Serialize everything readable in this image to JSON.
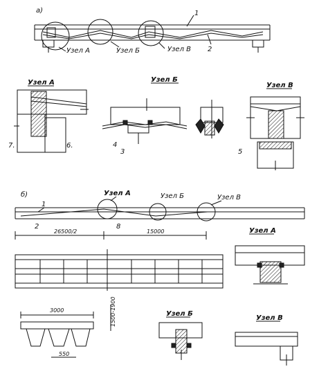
{
  "figure_a": {
    "label": "а)",
    "callout_1": "1",
    "callout_2": "2",
    "node_a": "Узел А",
    "node_b": "Узел Б",
    "node_v": "Узел В"
  },
  "details_a": {
    "node_a_title": "Узел А",
    "node_b_title": "Узел Б",
    "node_v_title": "Узел В",
    "num_7": "7.",
    "num_6": "6.",
    "num_4": "4",
    "num_3": "3",
    "num_5": "5"
  },
  "figure_b": {
    "label": "б)",
    "callout_1": "1",
    "callout_2": "2",
    "callout_8": "8",
    "node_a": "Узел А",
    "node_b": "Узел Б",
    "node_v": "Узел В",
    "dim_left": "26500/2",
    "dim_right": "15000",
    "detail_a_title": "Узел А"
  },
  "section": {
    "dim_width": "3000",
    "dim_height": "1500-1900",
    "dim_bottom": "550"
  },
  "details_b": {
    "node_b_title": "Узел Б",
    "node_v_title": "Узел В"
  }
}
